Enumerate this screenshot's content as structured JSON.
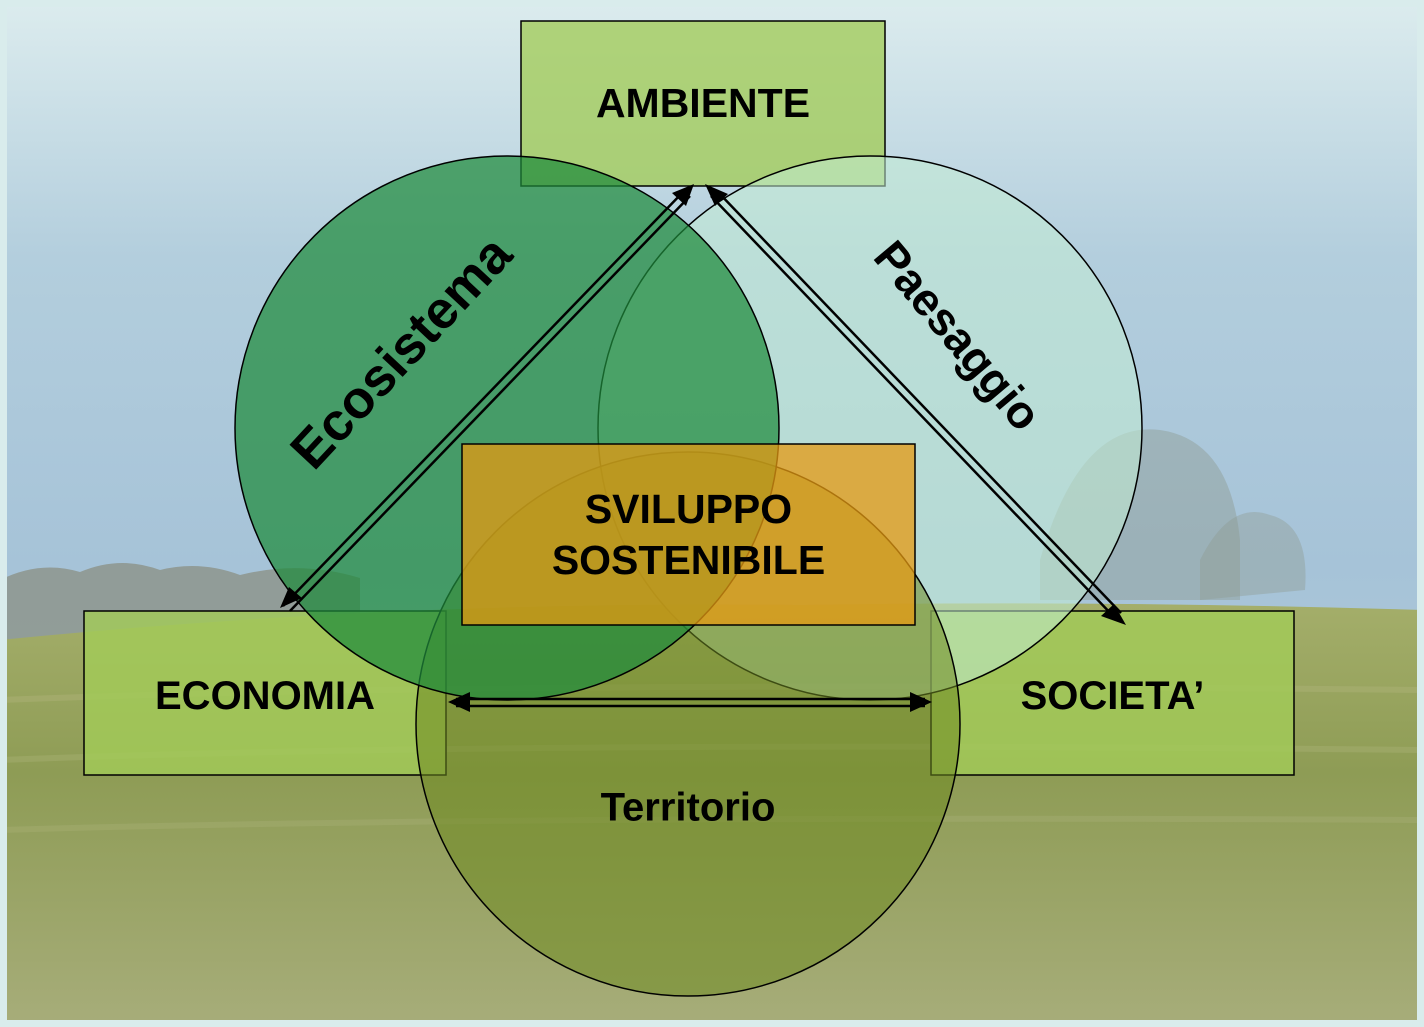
{
  "nodes": {
    "ambiente": "AMBIENTE",
    "economia": "ECONOMIA",
    "societa": "SOCIETA’",
    "center_line1": "SVILUPPO",
    "center_line2": "SOSTENIBILE"
  },
  "circles": {
    "ecosistema": "Ecosistema",
    "paesaggio": "Paesaggio",
    "territorio": "Territorio"
  },
  "colors": {
    "box_green": "#a3cc58",
    "circle_dark_green": "#1f8a3c",
    "circle_light_green": "#c3ecd3",
    "circle_olive": "#6f8a22",
    "center_orange": "#e59a12",
    "sky": "#a7c4da",
    "field": "#8f9b52"
  }
}
